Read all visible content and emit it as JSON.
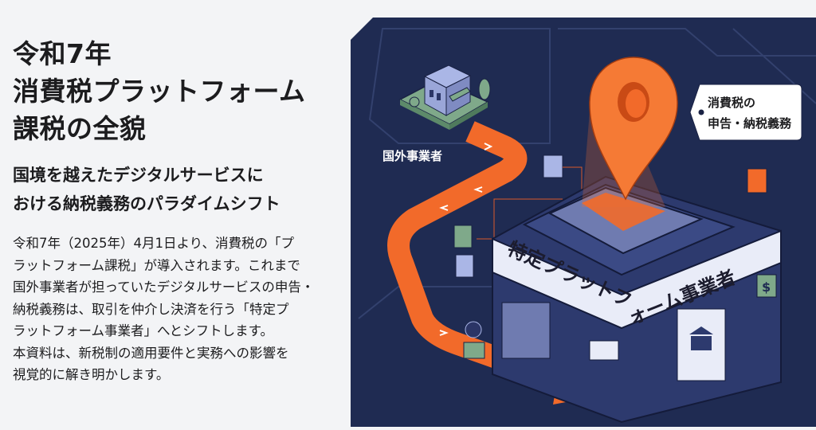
{
  "title": {
    "lines": [
      "令和7年",
      "消費税プラットフォーム",
      "課税の全貌"
    ]
  },
  "subtitle": {
    "lines": [
      "国境を越えたデジタルサービスに",
      "おける納税義務のパラダイムシフト"
    ]
  },
  "body": {
    "lines": [
      "令和7年（2025年）4月1日より、消費税の「プ",
      "ラットフォーム課税」が導入されます。これまで",
      "国外事業者が担っていたデジタルサービスの申告・",
      "納税義務は、取引を仲介し決済を行う「特定プ",
      "ラットフォーム事業者」へとシフトします。",
      "本資料は、新税制の適用要件と実務への影響を",
      "視覚的に解き明かします。"
    ]
  },
  "illustration": {
    "foreign_business_label": "国外事業者",
    "callout_lines": [
      "消費税の",
      "申告・納税義務"
    ],
    "building_label_left": "特定プラットフ",
    "building_label_right": "ォーム事業者",
    "dollar_sign": "$",
    "colors": {
      "navy": "#1f2b52",
      "orange": "#f26a2a",
      "slate": "#6f7bb0",
      "green": "#7fa98a"
    }
  }
}
